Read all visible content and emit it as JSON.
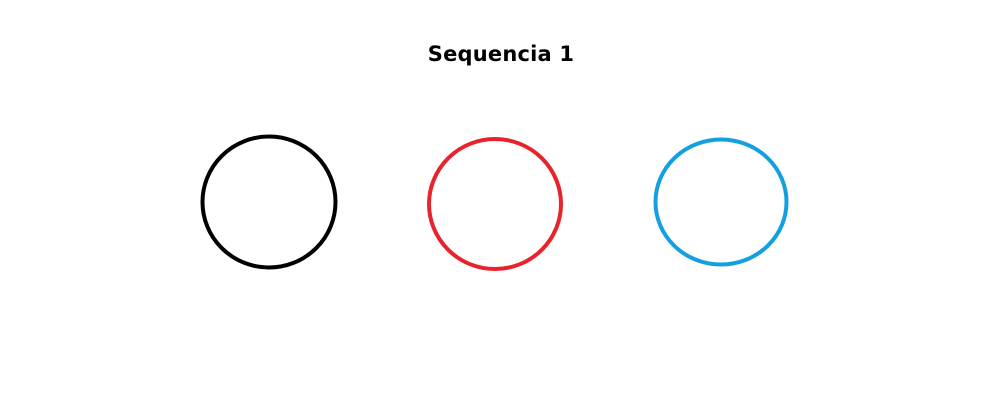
{
  "title": "Sequencia 1",
  "circles": [
    {
      "name": "black-circle",
      "color": "#000000"
    },
    {
      "name": "red-circle",
      "color": "#e8232b"
    },
    {
      "name": "blue-circle",
      "color": "#13a0e0"
    }
  ]
}
